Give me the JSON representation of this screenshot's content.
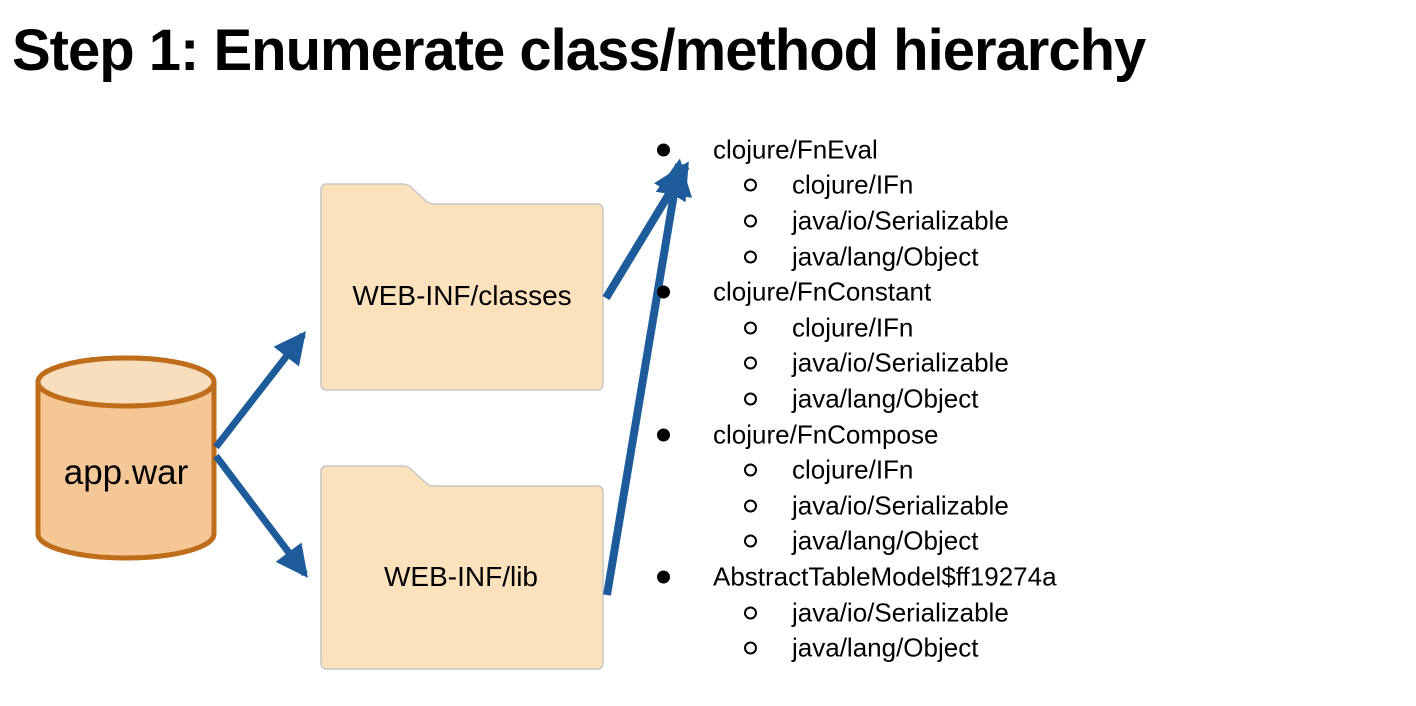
{
  "title": "Step 1: Enumerate class/method hierarchy",
  "war": {
    "label": "app.war"
  },
  "folders": {
    "classes": {
      "label": "WEB-INF/classes"
    },
    "lib": {
      "label": "WEB-INF/lib"
    }
  },
  "hierarchy": [
    {
      "level": 1,
      "label": "clojure/FnEval"
    },
    {
      "level": 2,
      "label": "clojure/IFn"
    },
    {
      "level": 2,
      "label": "java/io/Serializable"
    },
    {
      "level": 2,
      "label": "java/lang/Object"
    },
    {
      "level": 1,
      "label": "clojure/FnConstant"
    },
    {
      "level": 2,
      "label": "clojure/IFn"
    },
    {
      "level": 2,
      "label": "java/io/Serializable"
    },
    {
      "level": 2,
      "label": "java/lang/Object"
    },
    {
      "level": 1,
      "label": "clojure/FnCompose"
    },
    {
      "level": 2,
      "label": "clojure/IFn"
    },
    {
      "level": 2,
      "label": "java/io/Serializable"
    },
    {
      "level": 2,
      "label": "java/lang/Object"
    },
    {
      "level": 1,
      "label": "AbstractTableModel$ff19274a"
    },
    {
      "level": 2,
      "label": "java/io/Serializable"
    },
    {
      "level": 2,
      "label": "java/lang/Object"
    }
  ],
  "colors": {
    "background": "#ffffff",
    "text": "#000000",
    "arrow": "#1d5b9b",
    "cylinder_fill": "#f5c796",
    "cylinder_top_fill": "#f9debd",
    "cylinder_stroke": "#bf6d1a",
    "folder_fill": "#fbe2bd",
    "folder_stroke": "#c6c6c6"
  }
}
